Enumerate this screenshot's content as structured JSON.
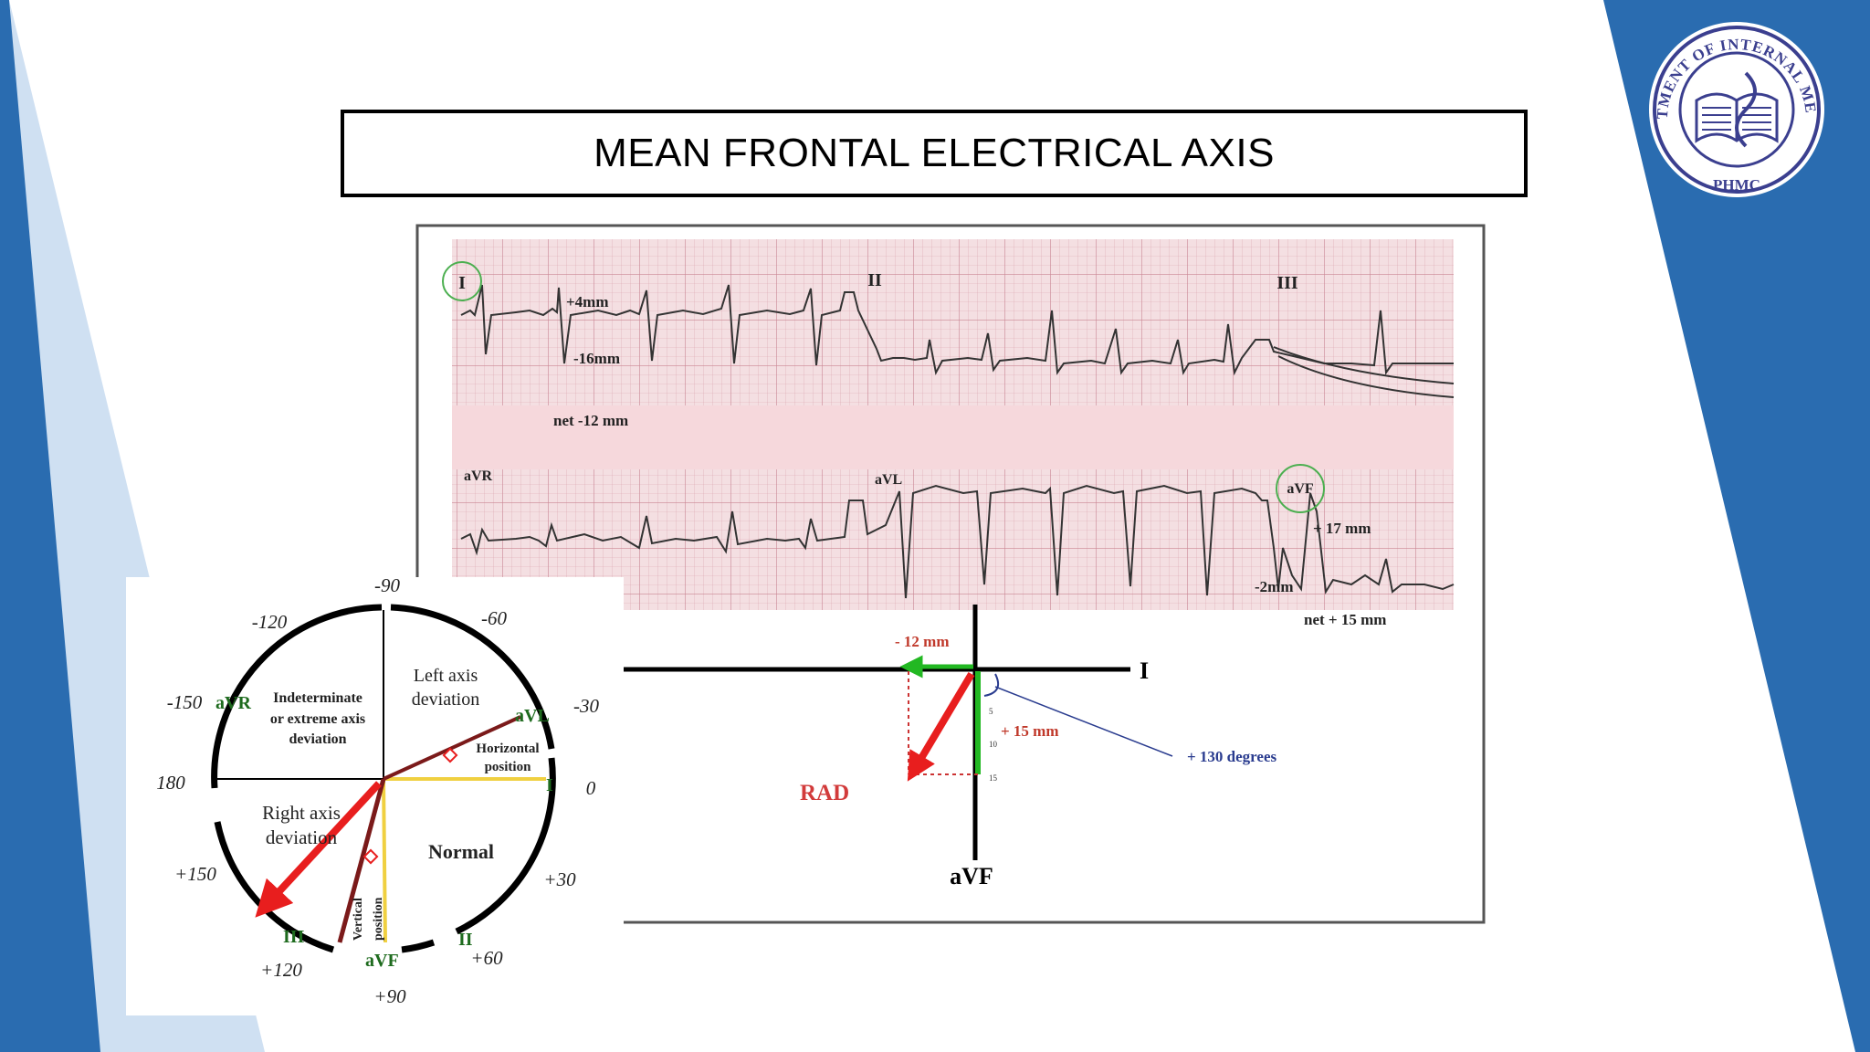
{
  "slide": {
    "title": "MEAN FRONTAL ELECTRICAL AXIS",
    "accent_color": "#2a6cb0",
    "light_accent_color": "#cfe0f2"
  },
  "logo": {
    "icon": "department-seal-icon",
    "text_top": "DEPARTMENT OF INTERNAL MEDICINE",
    "text_bottom": "PHMC"
  },
  "ecg": {
    "row1_leads": [
      "I",
      "II",
      "III"
    ],
    "row2_leads": [
      "aVR",
      "aVL",
      "aVF"
    ],
    "lead_I_plus": "+4mm",
    "lead_I_minus": "-16mm",
    "lead_I_net": "net -12 mm",
    "aVF_plus": "+ 17 mm",
    "aVF_minus": "-2mm",
    "aVF_net": "net + 15 mm"
  },
  "vector": {
    "axis_h_label": "I",
    "axis_v_label": "aVF",
    "x_component": "- 12 mm",
    "y_component": "+ 15 mm",
    "result": "+ 130 degrees",
    "interpretation": "RAD",
    "ticks": [
      "5",
      "10",
      "15"
    ]
  },
  "hexaxial": {
    "degrees": {
      "m90": "-90",
      "m120": "-120",
      "m60": "-60",
      "m150": "-150",
      "m30": "-30",
      "d180": "180",
      "d0": "0",
      "p150": "+150",
      "p30": "+30",
      "p120": "+120",
      "p60": "+60",
      "p90": "+90"
    },
    "leads": {
      "aVR": "aVR",
      "aVL": "aVL",
      "I": "I",
      "III": "III",
      "aVF": "aVF",
      "II": "II"
    },
    "regions": {
      "indeterminate": [
        "Indeterminate",
        "or extreme  axis",
        "deviation"
      ],
      "left": [
        "Left axis",
        "deviation"
      ],
      "horizontal": [
        "Horizontal",
        "position"
      ],
      "right": [
        "Right  axis",
        "deviation"
      ],
      "normal": "Normal",
      "vertical": [
        "Vertical",
        "position"
      ]
    }
  }
}
